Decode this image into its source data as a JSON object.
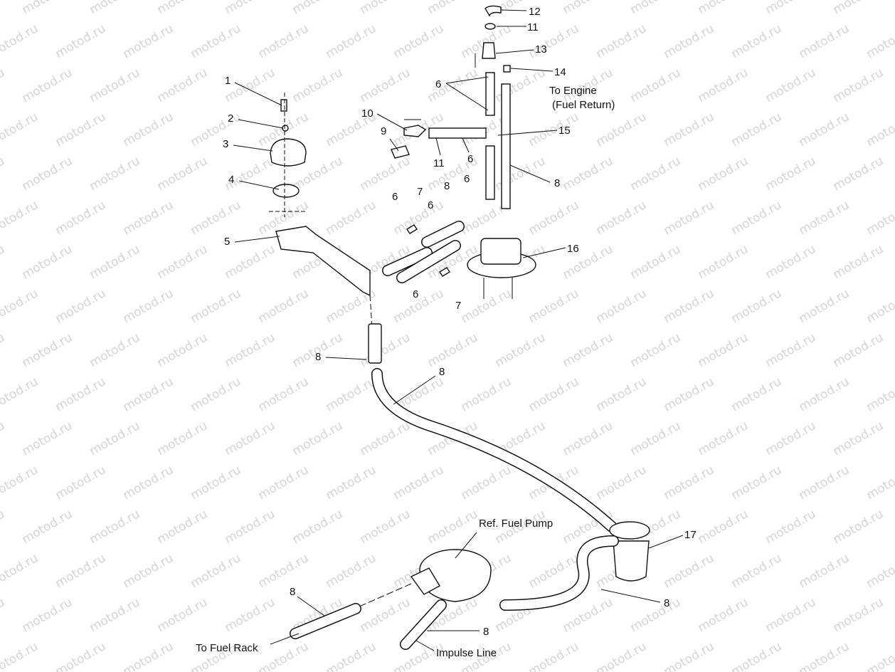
{
  "watermark": "motod.ru",
  "callouts": {
    "c1": "1",
    "c2": "2",
    "c3": "3",
    "c4": "4",
    "c5": "5",
    "c6a": "6",
    "c6b": "6",
    "c6c": "6",
    "c6d": "6",
    "c6e": "6",
    "c6f": "6",
    "c7a": "7",
    "c7b": "7",
    "c8a": "8",
    "c8b": "8",
    "c8c": "8",
    "c8d": "8",
    "c8e": "8",
    "c8f": "8",
    "c8g": "8",
    "c9": "9",
    "c10": "10",
    "c11a": "11",
    "c11b": "11",
    "c12": "12",
    "c13": "13",
    "c14": "14",
    "c15": "15",
    "c16": "16",
    "c17": "17"
  },
  "notes": {
    "to_engine": "To Engine",
    "fuel_return": "(Fuel Return)",
    "ref_fuel_pump": "Ref. Fuel Pump",
    "to_fuel_rack": "To Fuel Rack",
    "impulse_line": "Impulse Line"
  }
}
